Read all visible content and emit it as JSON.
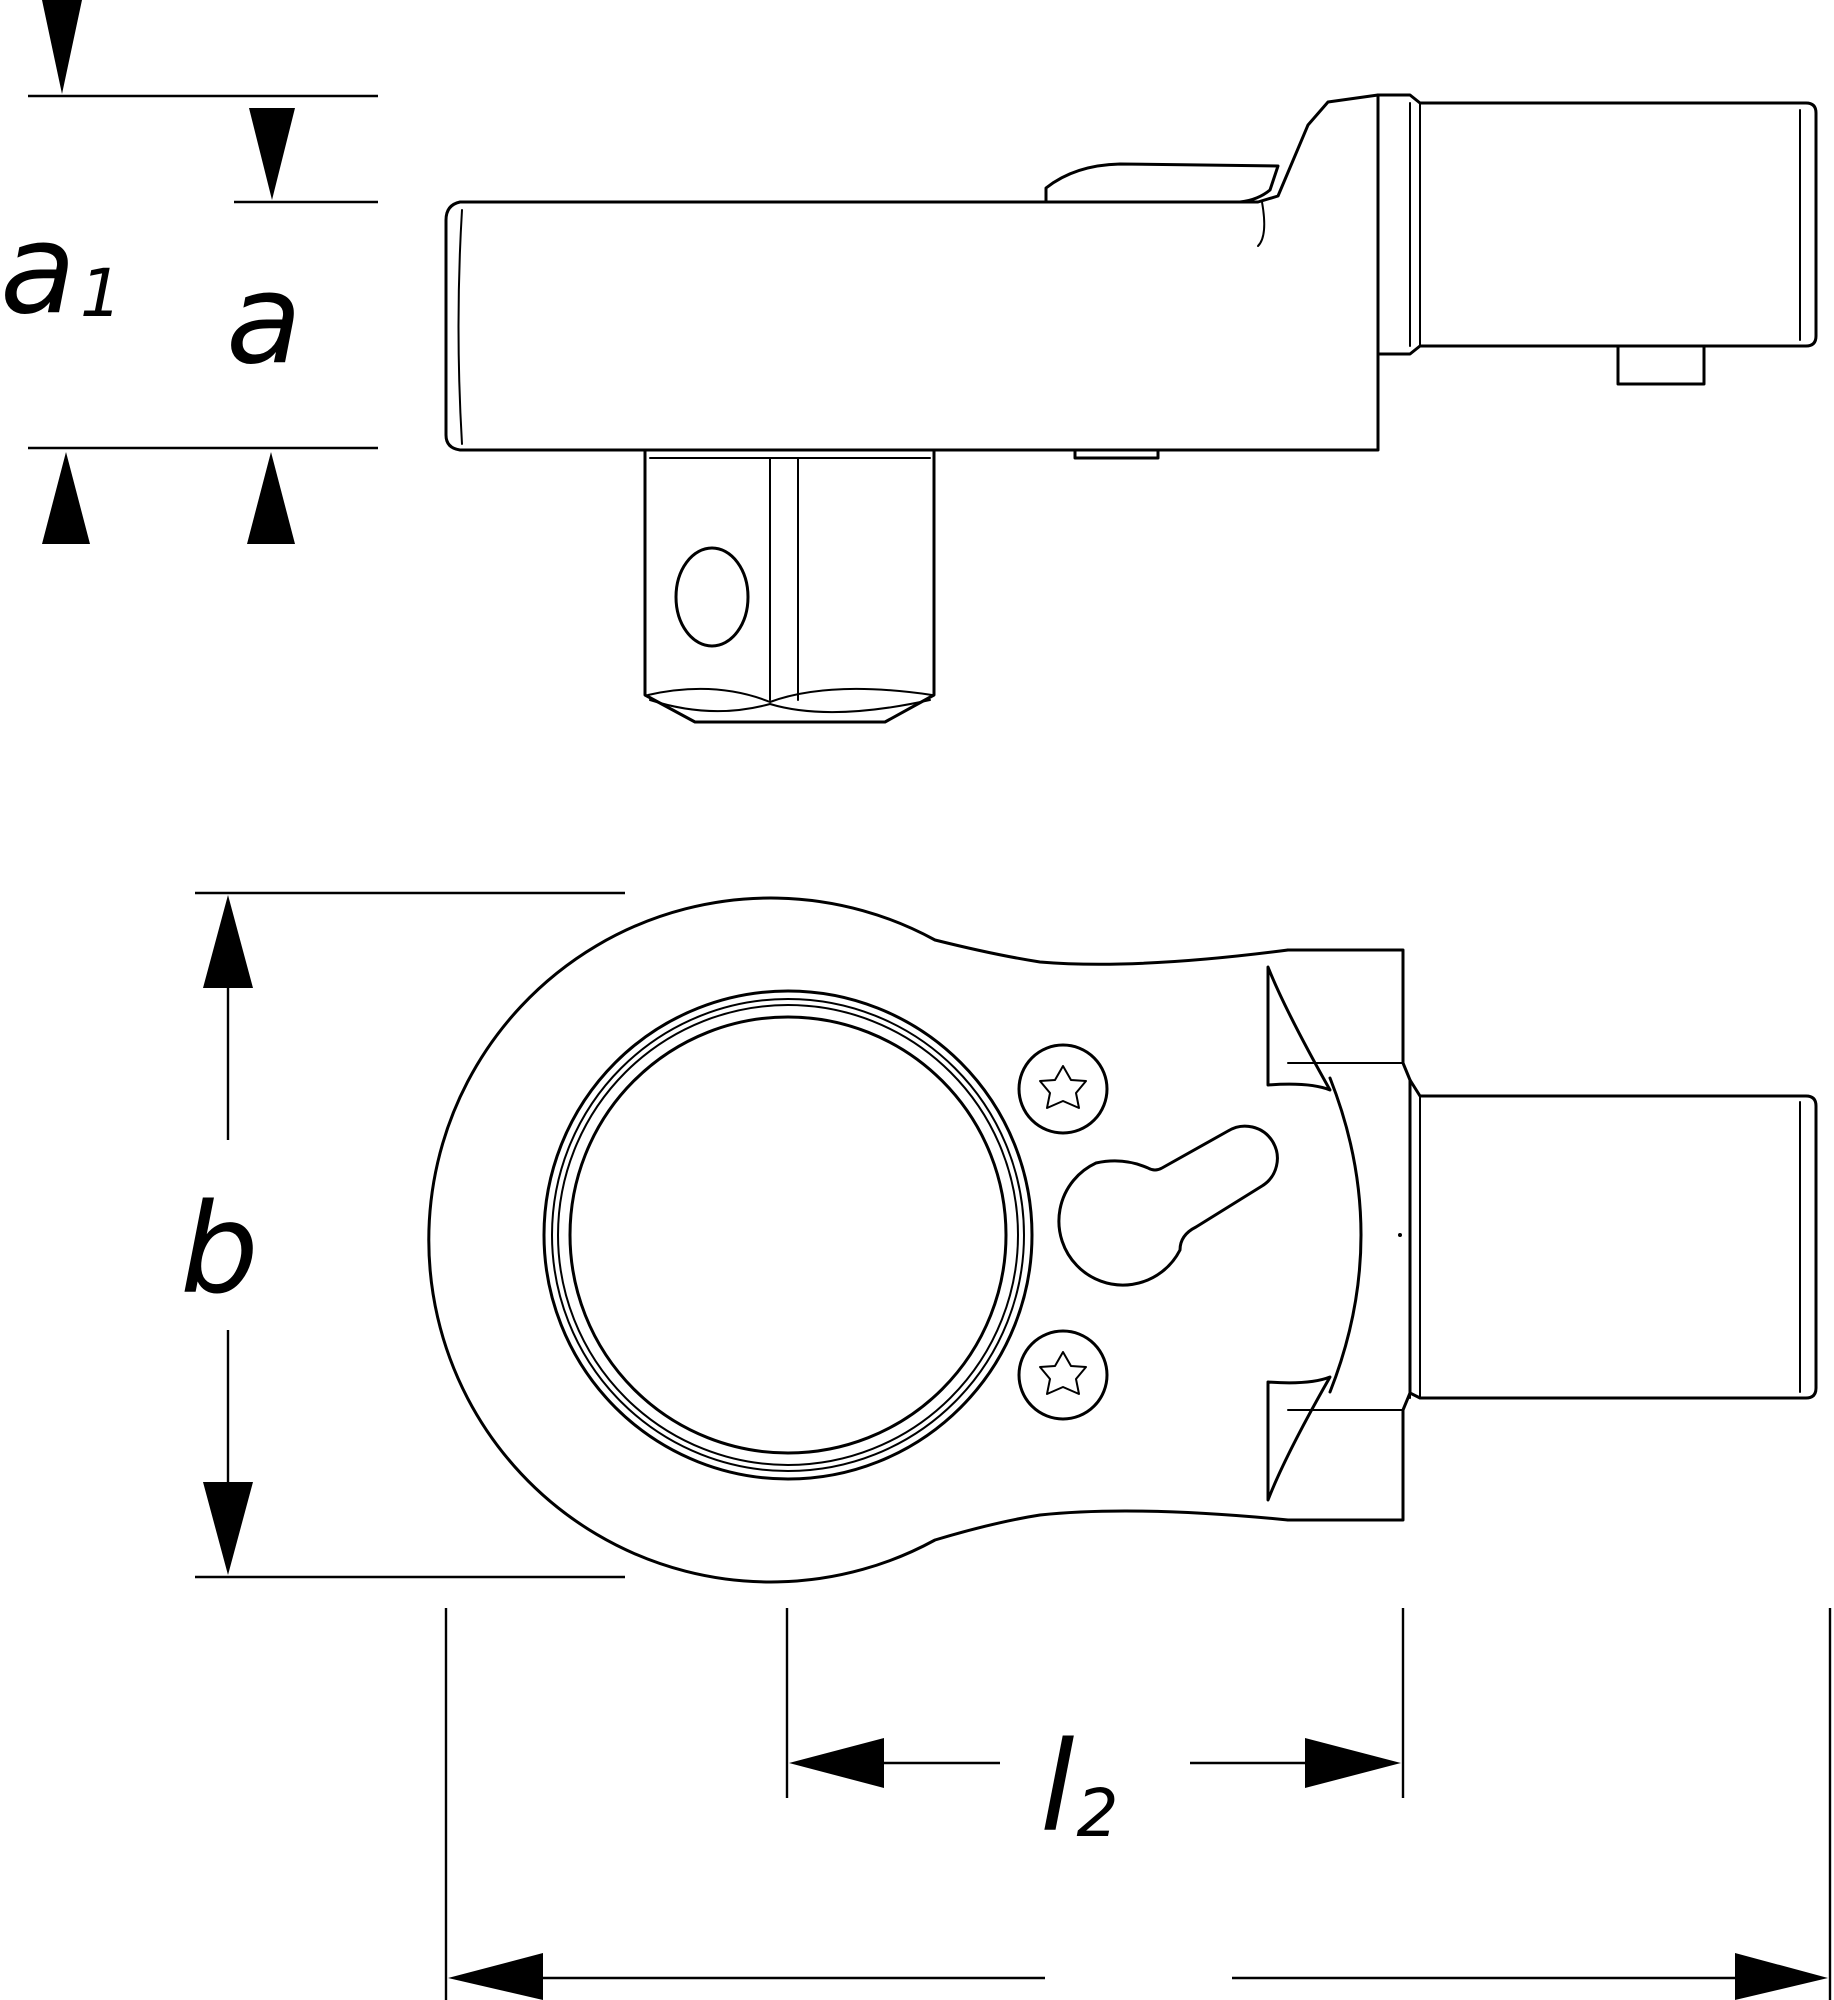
{
  "dimensions": {
    "a": "a",
    "a1_base": "a",
    "a1_sub": "1",
    "b": "b",
    "l2_base": "l",
    "l2_sub": "2"
  }
}
